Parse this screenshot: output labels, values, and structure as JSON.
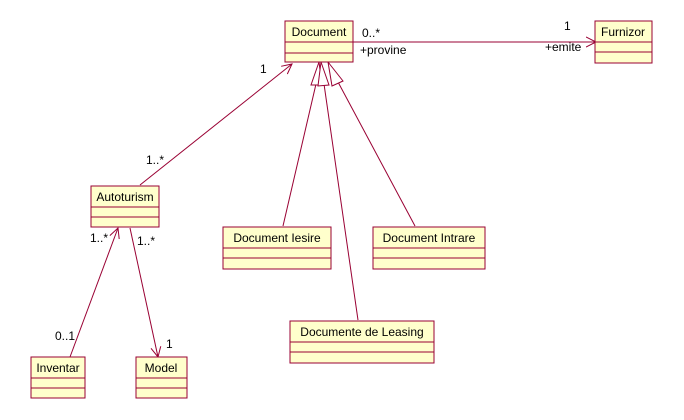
{
  "colors": {
    "class_fill": "#ffffcc",
    "class_border": "#990033",
    "line": "#990033",
    "text": "#000000"
  },
  "classes": {
    "document": "Document",
    "furnizor": "Furnizor",
    "autoturism": "Autoturism",
    "document_iesire": "Document Iesire",
    "document_intrare": "Document Intrare",
    "documente_leasing": "Documente de Leasing",
    "inventar": "Inventar",
    "model": "Model"
  },
  "associations": {
    "document_furnizor": {
      "mult_document": "0..*",
      "role_document": "+provine",
      "mult_furnizor": "1",
      "role_furnizor": "+emite"
    },
    "document_autoturism": {
      "mult_document": "1",
      "mult_autoturism": "1..*"
    },
    "autoturism_inventar": {
      "mult_autoturism": "1..*",
      "mult_inventar": "0..1"
    },
    "autoturism_model": {
      "mult_autoturism": "1..*",
      "mult_model": "1"
    }
  }
}
